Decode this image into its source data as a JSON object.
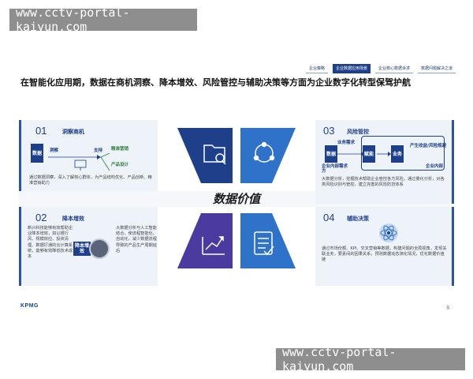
{
  "watermark": "www.cctv-portal-kaiyun.com",
  "nav": {
    "tabs": [
      {
        "label": "企业策略",
        "active": false
      },
      {
        "label": "企业数据应用场景",
        "active": true
      },
      {
        "label": "企业核心数据诉求",
        "active": false
      },
      {
        "label": "数据问题解决之道",
        "active": false
      }
    ]
  },
  "headline": "在智能化应用期，数据在商机洞察、降本增效、风险管控与辅助决策等方面为企业数字化转型保驾护航",
  "center": {
    "title": "数据价值"
  },
  "panels": {
    "p1": {
      "number": "01",
      "title": "洞察商机",
      "diagram": {
        "box": "数据",
        "insight": "洞察",
        "support": "支持",
        "out1": "精准营销",
        "out2": "产品设计"
      },
      "text": "通过数据洞察，深入了解核心群体，为产品结构优化、产品创新、精准营销助力"
    },
    "p2": {
      "number": "02",
      "title": "降本增效",
      "text_left": "新兴科技能够有效帮助企业降本增效，如以银行风、规模效应、投资清理、数据打通的云计算系统，能够有效降低技术成本",
      "badge": "降本增效",
      "text_right": "大数据分析与人工智能结合，使流程智能化、自动化，减少数据流程导致的产品生产周期延后"
    },
    "p3": {
      "number": "03",
      "title": "风险管控",
      "diagram": {
        "need1": "业务需求",
        "data": "数据",
        "enable": "赋能",
        "business": "业务",
        "internal": "企业内部需求方",
        "out1": "产生收益/风险规避",
        "out2": "企业内部"
      },
      "text": "大数据分析，挖掘技术帮助企业管控各方风险，通过量化分析，对各类风险识别与管控，建立完善的风险防范体系"
    },
    "p4": {
      "number": "04",
      "title": "辅助决策",
      "text": "通过市场份额、KPI、交叉营销等数据，构建问题的全局视角，发现关联业务，要素间的因果关系，预测数据动态演化情况，优化数据价值链"
    }
  },
  "footer": {
    "logo": "KPMG",
    "page": "8"
  },
  "colors": {
    "primary": "#1e3f8a",
    "accent": "#2f72c9",
    "purple": "#4b3aa0",
    "panel_bg": "#eef3fa"
  },
  "icons": {
    "q1": "folder-search-icon",
    "q2": "cycle-icon",
    "q3": "growth-chart-icon",
    "q4": "checklist-icon"
  }
}
